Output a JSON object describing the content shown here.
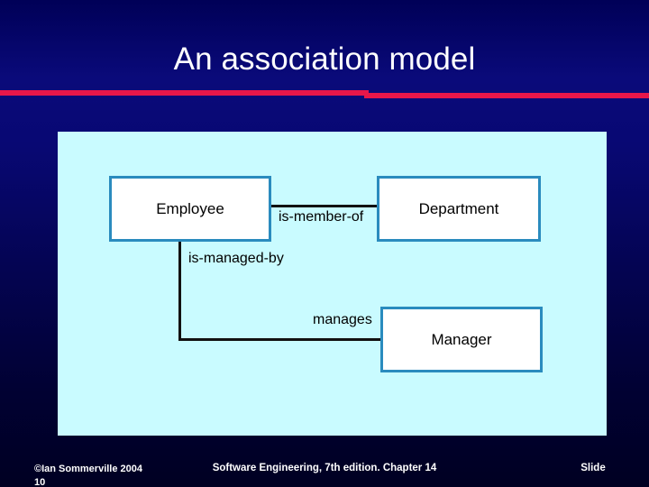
{
  "slide": {
    "title": "An association model",
    "background_color": "#000066",
    "rule_color": "#e8174a",
    "panel_color": "#c9fbff"
  },
  "diagram": {
    "type": "association-model",
    "entity_border_color": "#2a8bbe",
    "entity_fill_color": "#ffffff",
    "link_color": "#111111",
    "entities": [
      {
        "id": "employee",
        "label": "Employee"
      },
      {
        "id": "department",
        "label": "Department"
      },
      {
        "id": "manager",
        "label": "Manager"
      }
    ],
    "associations": [
      {
        "id": "is-member-of",
        "label": "is-member-of",
        "from": "Employee",
        "to": "Department"
      },
      {
        "id": "is-managed-by",
        "label": "is-managed-by",
        "from": "Employee",
        "to": "Manager"
      },
      {
        "id": "manages",
        "label": "manages",
        "from": "Manager",
        "to": "Employee"
      }
    ]
  },
  "footer": {
    "copyright": "©Ian Sommerville 2004",
    "copyright_cont": "10",
    "center": "Software Engineering, 7th edition. Chapter 14",
    "slide_label": "Slide"
  }
}
